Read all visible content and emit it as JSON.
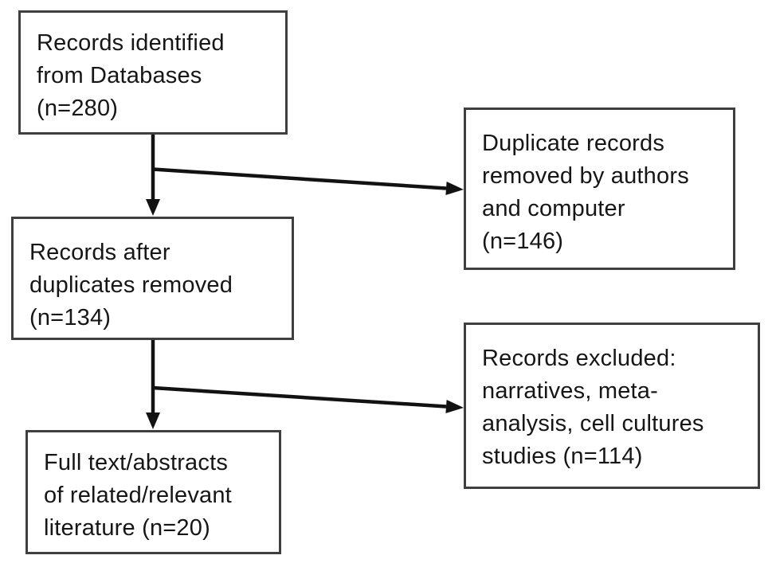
{
  "boxes": {
    "identified": {
      "lines": [
        "Records identified",
        "from Databases",
        "(n=280)"
      ]
    },
    "duplicate_records": {
      "lines": [
        "Duplicate records",
        "removed by authors",
        "and computer",
        "(n=146)"
      ]
    },
    "after_duplicates": {
      "lines": [
        "Records after",
        "duplicates removed",
        "(n=134)"
      ]
    },
    "records_excluded": {
      "lines": [
        "Records excluded:",
        "narratives, meta-",
        "analysis, cell cultures",
        "studies (n=114)"
      ]
    },
    "full_text": {
      "lines": [
        "Full text/abstracts",
        "of related/relevant",
        "literature (n=20)"
      ]
    }
  },
  "colors": {
    "background": "#ffffff",
    "box_border": "#3f3f3f",
    "text": "#161616",
    "arrow": "#121212"
  }
}
